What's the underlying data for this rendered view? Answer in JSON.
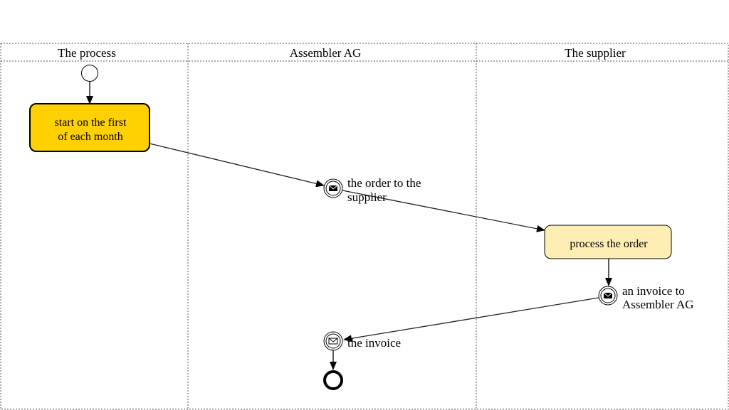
{
  "lanes": [
    {
      "title": "The process"
    },
    {
      "title": "Assembler AG"
    },
    {
      "title": "The supplier"
    }
  ],
  "tasks": {
    "start_monthly": {
      "line1": "start on the first",
      "line2": "of each month",
      "fill": "#ffd100"
    },
    "process_order": {
      "text": "process the order",
      "fill": "#ffeeb3"
    }
  },
  "events": {
    "order_to_supplier": {
      "line1": "the order to the",
      "line2": "supplier"
    },
    "invoice_to_assembler": {
      "line1": "an invoice to",
      "line2": "Assembler AG"
    },
    "the_invoice": {
      "text": "the invoice"
    }
  }
}
